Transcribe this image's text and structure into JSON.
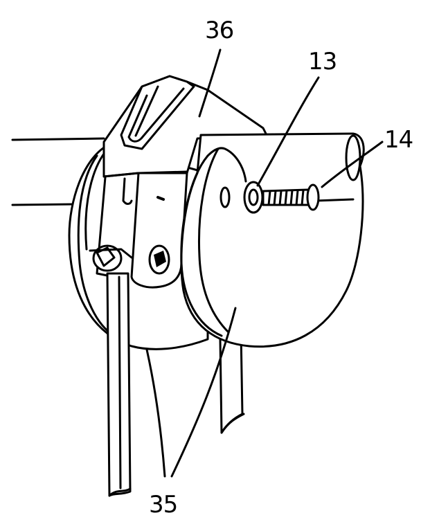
{
  "figure": {
    "labels": {
      "label_36": "36",
      "label_13": "13",
      "label_14": "14",
      "label_35": "35"
    },
    "colors": {
      "ink": "#000000",
      "paper": "#ffffff"
    }
  }
}
